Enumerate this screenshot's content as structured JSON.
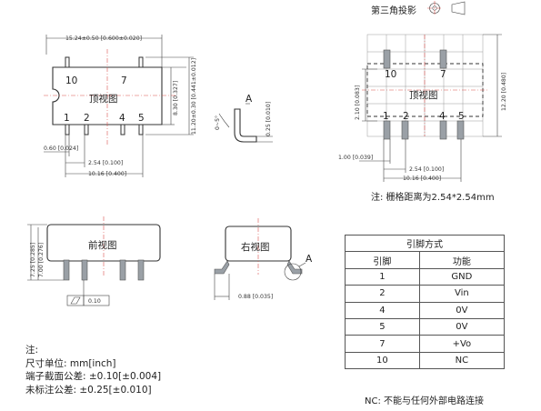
{
  "projection": {
    "title": "第三角投影"
  },
  "top_view": {
    "label": "顶视图",
    "pins_top": [
      "10",
      "7"
    ],
    "pins_bottom": [
      "1",
      "2",
      "4",
      "5"
    ],
    "dim_width": "15.24±0.50 [0.600±0.020]",
    "dim_body_h": "8.30 [0.327]",
    "dim_total_h": "11.20±0.30 [0.441±0.012]",
    "dim_pin_w": "0.60 [0.024]",
    "dim_pitch": "2.54 [0.100]",
    "dim_span": "10.16 [0.400]"
  },
  "detail": {
    "label": "A",
    "angle": "0~5°",
    "thickness": "0.25 [0.010]"
  },
  "footprint": {
    "label": "顶视图",
    "pins_top": [
      "10",
      "7"
    ],
    "pins_bottom": [
      "1",
      "2",
      "4",
      "5"
    ],
    "dim_width": "12.20 [0.480]",
    "dim_pad": "2.10 [0.083]",
    "dim_pad_w": "1.00 [0.039]",
    "dim_pitch": "2.54 [0.100]",
    "dim_span": "10.16 [0.400]",
    "grid_note": "注: 栅格距离为2.54*2.54mm"
  },
  "front_view": {
    "label": "前视图",
    "dim_h1": "7.25 [0.285]",
    "dim_h2": "7.00 [0.276]",
    "flatness": "0.10"
  },
  "side_view": {
    "label": "右视图",
    "detail_label": "A",
    "dim_pin": "0.88 [0.035]"
  },
  "notes": {
    "title": "注:",
    "line1": "尺寸单位: mm[inch]",
    "line2": "端子截面公差: ±0.10[±0.004]",
    "line3": "未标注公差: ±0.25[±0.010]"
  },
  "pin_table": {
    "title": "引脚方式",
    "headers": [
      "引脚",
      "功能"
    ],
    "rows": [
      [
        "1",
        "GND"
      ],
      [
        "2",
        "Vin"
      ],
      [
        "4",
        "0V"
      ],
      [
        "5",
        "0V"
      ],
      [
        "7",
        "+Vo"
      ],
      [
        "10",
        "NC"
      ]
    ],
    "note": "NC: 不能与任何外部电路连接"
  }
}
